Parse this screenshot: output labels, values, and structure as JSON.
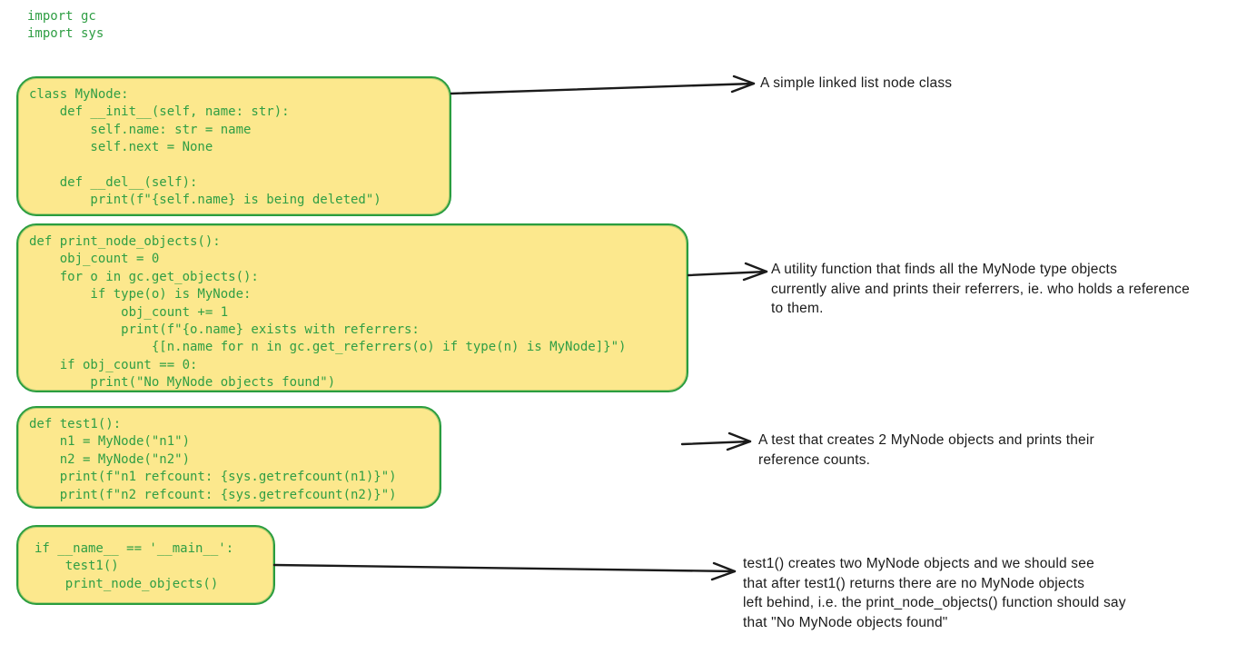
{
  "colors": {
    "box_fill": "#fce88d",
    "box_border": "#2a9d3f",
    "code_text": "#2f9e44",
    "arrow_stroke": "#1b1b1b",
    "annotation_text": "#1b1b1b",
    "background": "#ffffff"
  },
  "imports_code": "import gc\nimport sys",
  "boxes": [
    {
      "id": "class-mynode",
      "code": "class MyNode:\n    def __init__(self, name: str):\n        self.name: str = name\n        self.next = None\n\n    def __del__(self):\n        print(f\"{self.name} is being deleted\")"
    },
    {
      "id": "print-node-objects",
      "code": "def print_node_objects():\n    obj_count = 0\n    for o in gc.get_objects():\n        if type(o) is MyNode:\n            obj_count += 1\n            print(f\"{o.name} exists with referrers:\n                {[n.name for n in gc.get_referrers(o) if type(n) is MyNode]}\")\n    if obj_count == 0:\n        print(\"No MyNode objects found\")"
    },
    {
      "id": "test1",
      "code": "def test1():\n    n1 = MyNode(\"n1\")\n    n2 = MyNode(\"n2\")\n    print(f\"n1 refcount: {sys.getrefcount(n1)}\")\n    print(f\"n2 refcount: {sys.getrefcount(n2)}\")"
    },
    {
      "id": "main-guard",
      "code": "if __name__ == '__main__':\n    test1()\n    print_node_objects()"
    }
  ],
  "annotations": [
    {
      "id": "node-class-note",
      "text": "A simple linked list node class"
    },
    {
      "id": "utility-function-note",
      "text": "A utility function that finds all the MyNode type objects\ncurrently alive and prints their referrers, ie. who holds a reference\nto them."
    },
    {
      "id": "test-note",
      "text": "A test that creates 2 MyNode objects and prints their\nreference counts."
    },
    {
      "id": "main-note",
      "text": "test1() creates two MyNode objects and we should see\nthat after test1() returns there are no MyNode objects\nleft behind, i.e. the print_node_objects() function should say\nthat \"No MyNode objects found\""
    }
  ]
}
